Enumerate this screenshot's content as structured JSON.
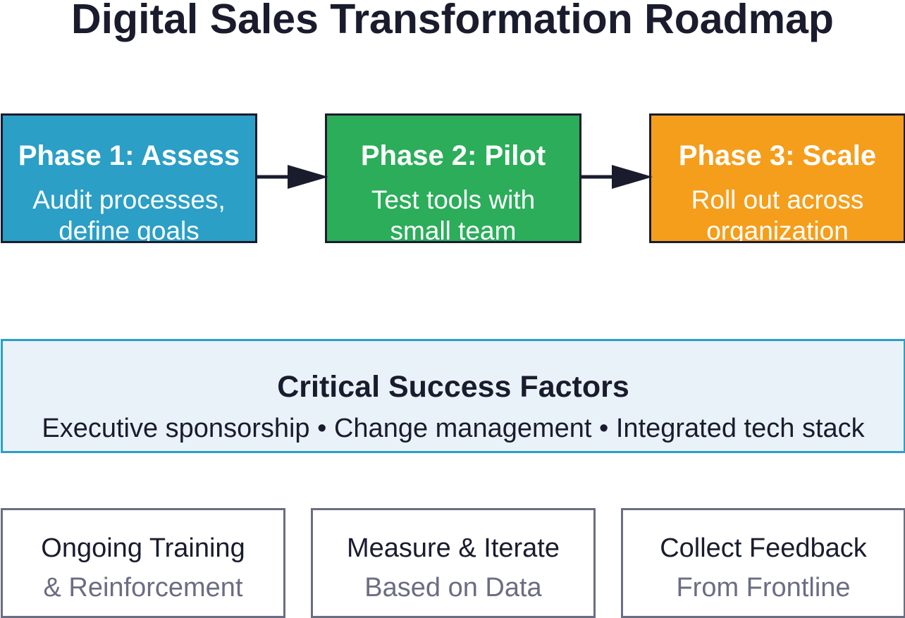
{
  "title": "Digital Sales Transformation Roadmap",
  "phases": [
    {
      "title": "Phase 1: Assess",
      "description": [
        "Audit processes,",
        "define goals"
      ],
      "color": "#2b9fc6"
    },
    {
      "title": "Phase 2: Pilot",
      "description": [
        "Test tools with",
        "small team"
      ],
      "color": "#2bad5a"
    },
    {
      "title": "Phase 3: Scale",
      "description": [
        "Roll out across",
        "organization"
      ],
      "color": "#f59e1b"
    }
  ],
  "success_factors": {
    "title": "Critical Success Factors",
    "items": "Executive sponsorship • Change management • Integrated tech stack",
    "border_color": "#2b9fc6",
    "background": "#eaf2f9"
  },
  "supports": [
    {
      "title": "Ongoing Training",
      "subtitle": "& Reinforcement"
    },
    {
      "title": "Measure & Iterate",
      "subtitle": "Based on Data"
    },
    {
      "title": "Collect Feedback",
      "subtitle": "From Frontline"
    }
  ],
  "colors": {
    "text": "#1a1c2e",
    "muted": "#6b6d83"
  }
}
